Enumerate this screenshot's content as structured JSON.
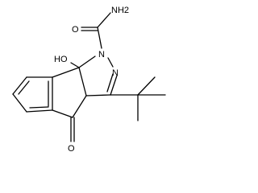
{
  "molecule": {
    "atoms": {
      "amide_n": "NH2",
      "amide_o": "O",
      "ring_n1": "N",
      "ring_n2": "N",
      "hydroxyl": "HO",
      "ketone_o": "O"
    }
  }
}
